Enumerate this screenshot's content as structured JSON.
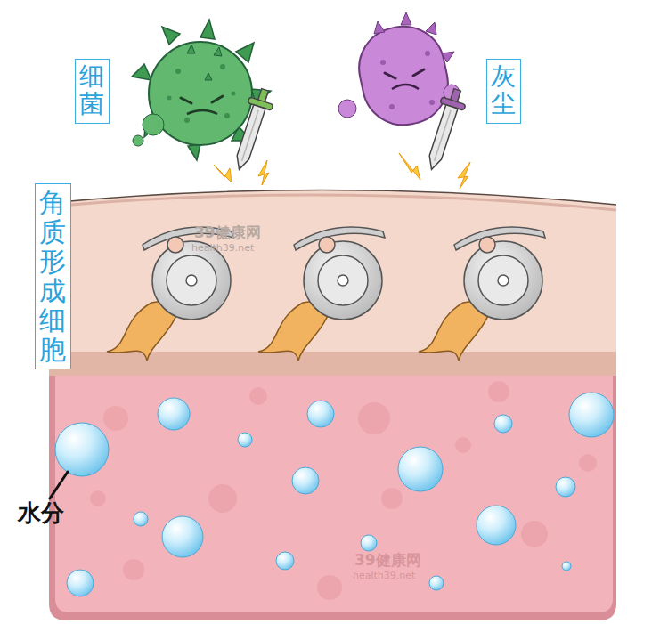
{
  "diagram": {
    "nodes": [
      {
        "text": [
          "细菌"
        ]
      },
      {
        "text": [
          "灰尘"
        ]
      },
      {
        "text": [
          "角质形成细胞"
        ]
      }
    ],
    "labels": [
      "水分",
      "39健康网",
      "health39.net",
      "39健康网",
      "health39.net"
    ]
  }
}
